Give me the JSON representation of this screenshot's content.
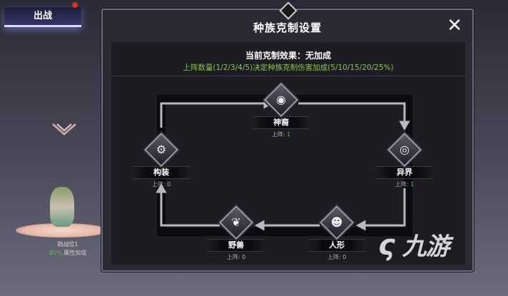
{
  "left": {
    "tab_label": "出战",
    "slot_label": "助战位1",
    "bonus_percent": "80%",
    "bonus_label": "属性加成"
  },
  "dialog": {
    "title": "种族克制设置",
    "current_effect": "当前克制效果：无加成",
    "rule": "上阵数量(1/2/3/4/5)决定种族克制伤害加成(5/10/15/20/25%)",
    "races": [
      {
        "name": "神裔",
        "count_label": "上阵: ",
        "count": "1",
        "icon": "eye-icon"
      },
      {
        "name": "异界",
        "count_label": "上阵: ",
        "count": "1",
        "icon": "vortex-icon"
      },
      {
        "name": "人形",
        "count_label": "上阵: ",
        "count": "0",
        "icon": "human-head-icon"
      },
      {
        "name": "野兽",
        "count_label": "上阵: ",
        "count": "0",
        "icon": "paw-icon"
      },
      {
        "name": "构装",
        "count_label": "上阵: ",
        "count": "0",
        "icon": "gear-icon"
      }
    ]
  },
  "watermark": "九游",
  "colors": {
    "accent_green": "#5cbf3a",
    "panel": "#2b2a33"
  }
}
